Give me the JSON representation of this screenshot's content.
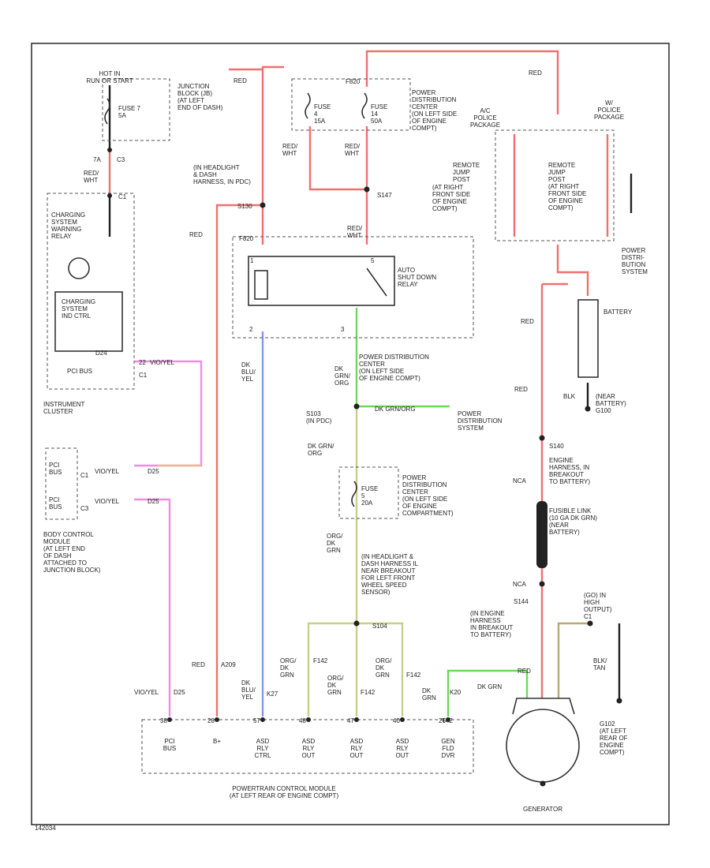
{
  "colors": {
    "red": "#f07070",
    "blue": "#7f97f0",
    "green": "#6fd85a",
    "olive": "#c8cf86",
    "pink": "#f08ce0",
    "orange": "#f0b890",
    "tan": "#b9a77a",
    "black": "#222222"
  },
  "diagram": {
    "id": "142034",
    "ignition": {
      "src": "HOT IN\nRUN OR START",
      "fuse": "FUSE 7\n5A",
      "jb": "JUNCTION\nBLOCK (JB)\n(AT LEFT\nEND OF DASH)",
      "pin": "7A",
      "conn": "C3",
      "wire": "RED/\nWHT",
      "conn2": "C1"
    },
    "cluster": {
      "relay": "CHARGING\nSYSTEM\nWARNING\nRELAY",
      "ctrl": "CHARGING\nSYSTEM\nIND CTRL",
      "pci": "PCI BUS",
      "pin": "D24",
      "label": "INSTRUMENT\nCLUSTER",
      "wire": "VIO/YEL",
      "conn": "C1",
      "pin2": "22"
    },
    "pdc_top": {
      "fuse1": "FUSE\n4\n15A",
      "fuse2": "FUSE\n14\n50A",
      "label": "POWER\nDISTRIBUTION\nCENTER\n(ON LEFT SIDE\nOF ENGINE\nCOMPT)",
      "wire_a": "RED",
      "wire_b": "RED/\nWHT",
      "wire_c": "RED/\nWHT",
      "wire_top": "RED",
      "splice": "S147",
      "pin": "F820"
    },
    "harness": {
      "label": "(IN HEADLIGHT\n& DASH\nHARNESS, IN PDC)",
      "splice": "S130"
    },
    "relay": {
      "label": "AUTO\nSHUT DOWN\nRELAY",
      "pin_in": "F820",
      "wire": "RED/\nWHT",
      "p1": "1",
      "p2": "2",
      "p3": "3",
      "p5": "5"
    },
    "pdc_mid": {
      "label": "POWER DISTRIBUTION\nCENTER\n(ON LEFT SIDE\nOF ENGINE COMPT)",
      "wire_asd": "DK\nBLU/\nYEL",
      "wire_g": "DK\nGRN/\nORG",
      "splice": "S103\n(IN PDC)",
      "branch": "DK GRN/ORG",
      "dest": "POWER\nDISTRIBUTION\nSYSTEM"
    },
    "police": {
      "left": "A/C\nPOLICE\nPACKAGE",
      "right": "W/\nPOLICE\nPACKAGE",
      "wire": "RED",
      "rj_left": "REMOTE\nJUMP\nPOST",
      "rj_right": "REMOTE\nJUMP\nPOST\n(AT RIGHT\nFRONT SIDE\nOF ENGINE\nCOMPT)",
      "loc_left": "(AT RIGHT\nFRONT SIDE\nOF ENGINE\nCOMPT)",
      "pds": "POWER\nDISTRI-\nBUTION\nSYSTEM"
    },
    "battery": {
      "label": "BATTERY",
      "wire": "RED",
      "gnd_wire": "BLK",
      "gnd": "(NEAR\nBATTERY)\nG100"
    },
    "fuse5": {
      "fuse": "FUSE\n5\n20A",
      "label": "POWER\nDISTRIBUTION\nCENTER\n(ON LEFT SIDE\nOF ENGINE\nCOMPARTMENT)",
      "wire_in": "DK GRN/\nORG",
      "wire_out": "ORG/\nDK\nGRN"
    },
    "right_chain": {
      "wire": "RED",
      "splice": "S140",
      "splice_loc": "ENGINE\nHARNESS, IN\nBREAKOUT\nTO BATTERY)",
      "nca": "NCA",
      "link": "FUSIBLE LINK\n(10 GA DK GRN)\n(NEAR\nBATTERY)",
      "nca2": "NCA",
      "splice2": "S144",
      "splice2_loc": "(IN ENGINE\nHARNESS\nIN BREAKOUT\nTO BATTERY)",
      "wire2": "RED",
      "dkgrn": "DK GRN",
      "alt": "DK GRN"
    },
    "sense": {
      "label": "(GO) IN\nHIGH\nOUTPUT)\nC1",
      "wire": "BLK/\nTAN",
      "gnd": "G102\n(AT LEFT\nREAR OF\nENGINE\nCOMPT)"
    },
    "bcm": {
      "pci1": "PCI\nBUS",
      "c1": "C1",
      "pci2": "PCI\nBUS",
      "c2": "C3",
      "wire1": "VIO/YEL",
      "wire2": "VIO/YEL",
      "pin1": "D25",
      "pin2": "D25",
      "label": "BODY CONTROL\nMODULE\n(AT LEFT END\nOF DASH\nATTACHED TO\nJUNCTION BLOCK)"
    },
    "harness_low": {
      "label": "(IN HEADLIGHT &\nDASH HARNESS IL\nNEAR BREAKOUT\nFOR LEFT FRONT\nWHEEL SPEED\nSENSOR)",
      "splice": "S104"
    },
    "pcm": {
      "label": "POWERTRAIN CONTROL MODULE\n(AT LEFT REAR OF ENGINE COMPT)",
      "pins": [
        {
          "num": "38",
          "name": "PCI\nBUS"
        },
        {
          "num": "28",
          "name": "B+"
        },
        {
          "num": "57",
          "name": "ASD\nRLY\nCTRL"
        },
        {
          "num": "48",
          "name": "ASD\nRLY\nOUT"
        },
        {
          "num": "47",
          "name": "ASD\nRLY\nOUT"
        },
        {
          "num": "40",
          "name": "ASD\nRLY\nOUT"
        },
        {
          "num": "26",
          "name": "GEN\nFLD\nDVR"
        }
      ],
      "wires": {
        "pci": "VIO/YEL",
        "pci_code": "D25",
        "bplus": "RED",
        "bplus_code": "A209",
        "ctrl": "DK\nBLU/\nYEL",
        "ctrl_code": "K27",
        "o1": "ORG/\nDK\nGRN",
        "o1_code": "F142",
        "o2": "ORG/\nDK\nGRN",
        "o2_code": "F142",
        "o3": "ORG/\nDK\nGRN",
        "o3_code": "F142",
        "fld": "DK\nGRN",
        "fld_code": "K20",
        "pin26": "T42"
      }
    },
    "generator": {
      "label": "GENERATOR"
    }
  }
}
